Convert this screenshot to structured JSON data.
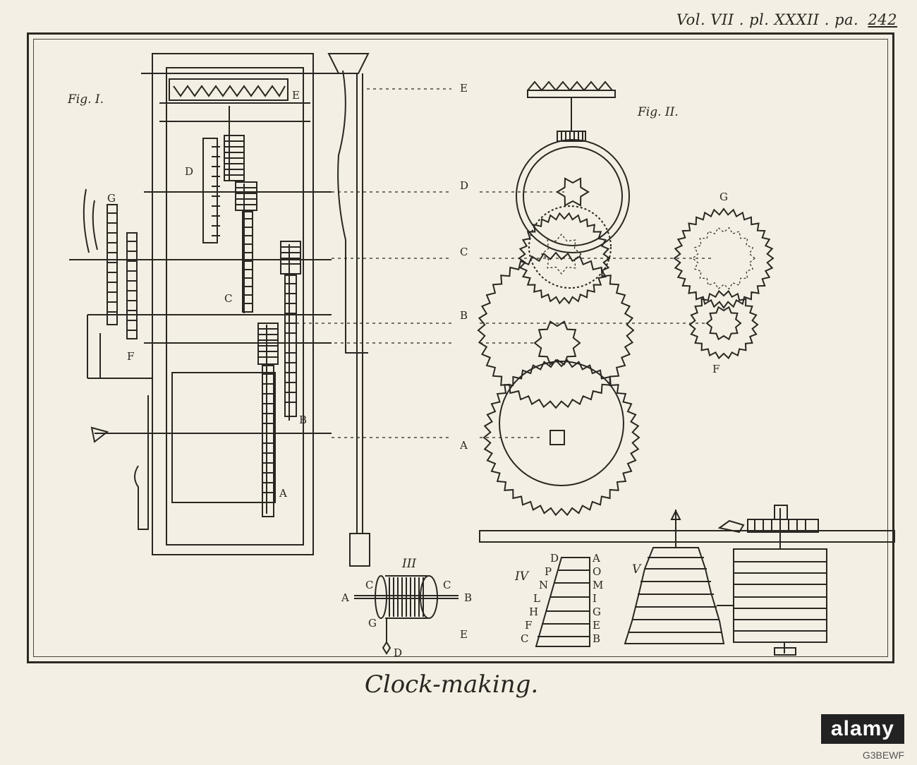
{
  "header": {
    "text": "Vol. VII . pl. XXXII . pa.",
    "page": "242"
  },
  "caption": "Clock-making.",
  "fig1": {
    "title": "Fig. I.",
    "labels": {
      "E": "E",
      "D": "D",
      "C": "C",
      "B": "B",
      "A": "A",
      "G": "G",
      "F": "F"
    }
  },
  "fig2": {
    "title": "Fig. II.",
    "labels": {
      "E": "E",
      "D": "D",
      "C": "C",
      "B": "B",
      "A": "A",
      "G": "G",
      "F": "F"
    }
  },
  "fig3": {
    "title": "III",
    "labels": {
      "A": "A",
      "C1": "C",
      "C2": "C",
      "B": "B",
      "G": "G",
      "D": "D",
      "E": "E"
    }
  },
  "fig4": {
    "title": "IV",
    "left": [
      "D",
      "P",
      "N",
      "L",
      "H",
      "F",
      "C"
    ],
    "right": [
      "A",
      "O",
      "M",
      "I",
      "G",
      "E",
      "B"
    ]
  },
  "fig5": {
    "title": "V"
  },
  "watermark": {
    "brand": "alamy",
    "code": "G3BEWF"
  }
}
